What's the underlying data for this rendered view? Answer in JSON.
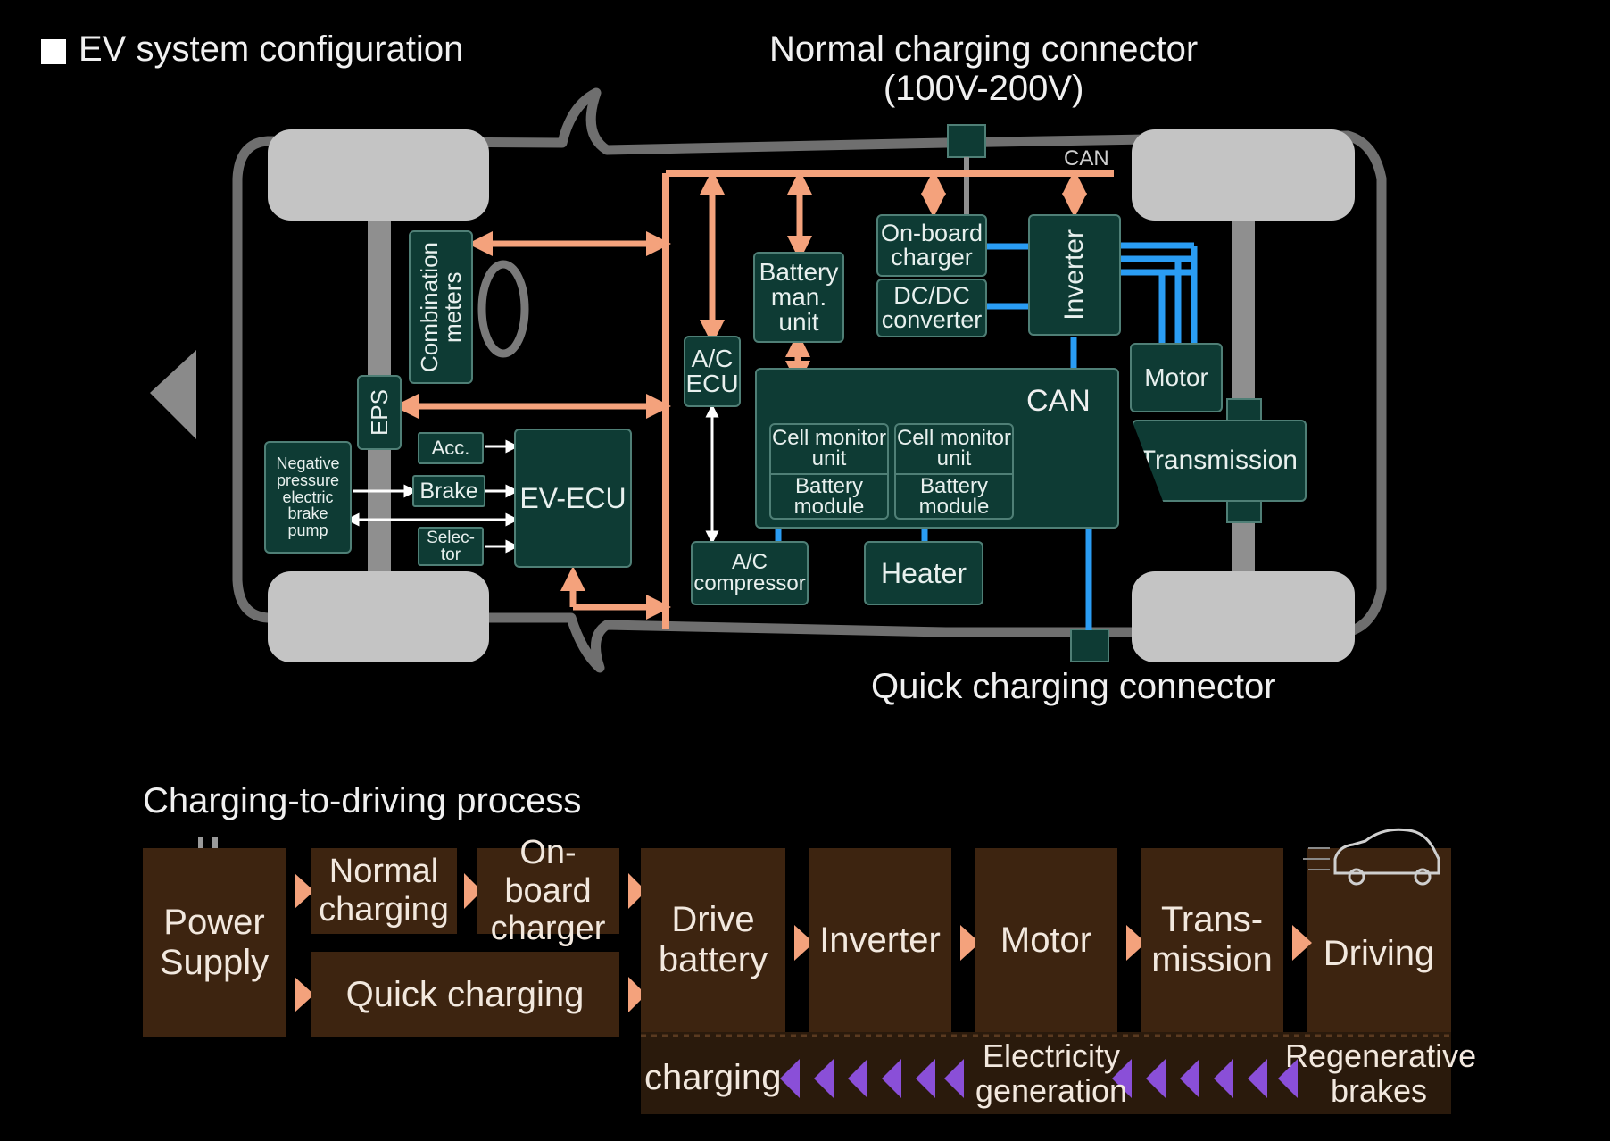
{
  "title": "EV system configuration",
  "normal_connector": {
    "line1": "Normal charging connector",
    "line2": "(100V-200V)"
  },
  "quick_connector": "Quick charging connector",
  "can_labels": {
    "top": "CAN",
    "battery": "CAN"
  },
  "components": {
    "combination_meters": {
      "line1": "Combination",
      "line2": "meters"
    },
    "eps": "EPS",
    "acc": "Acc.",
    "brake": "Brake",
    "selector": {
      "line1": "Selec-",
      "line2": "tor"
    },
    "ev_ecu": "EV-ECU",
    "brake_pump": [
      "Negative",
      "pressure",
      "electric",
      "brake",
      "pump"
    ],
    "ac_ecu": {
      "line1": "A/C",
      "line2": "ECU"
    },
    "ac_compressor": {
      "line1": "A/C",
      "line2": "compressor"
    },
    "battery_man_unit": {
      "line1": "Battery",
      "line2": "man.",
      "line3": "unit"
    },
    "onboard_charger": {
      "line1": "On-board",
      "line2": "charger"
    },
    "dcdc_converter": {
      "line1": "DC/DC",
      "line2": "converter"
    },
    "inverter": "Inverter",
    "cell_monitor_1": {
      "line1": "Cell monitor",
      "line2": "unit",
      "line3": "Battery",
      "line4": "module"
    },
    "cell_monitor_2": {
      "line1": "Cell monitor",
      "line2": "unit",
      "line3": "Battery",
      "line4": "module"
    },
    "heater": "Heater",
    "motor": "Motor",
    "transmission": "Transmission"
  },
  "process": {
    "title": "Charging-to-driving process",
    "power_supply": {
      "line1": "Power",
      "line2": "Supply"
    },
    "normal_charging": {
      "line1": "Normal",
      "line2": "charging"
    },
    "onboard_charger": {
      "line1": "On-board",
      "line2": "charger"
    },
    "quick_charging": "Quick charging",
    "drive_battery": {
      "line1": "Drive",
      "line2": "battery"
    },
    "inverter": "Inverter",
    "motor": "Motor",
    "transmission": {
      "line1": "Trans-",
      "line2": "mission"
    },
    "driving": "Driving",
    "charging": "charging",
    "electricity_generation": {
      "line1": "Electricity",
      "line2": "generation"
    },
    "regenerative_brakes": {
      "line1": "Regenerative",
      "line2": "brakes"
    }
  },
  "colors": {
    "background": "#000000",
    "module_fill": "#0e3b34",
    "module_border": "#4f7f76",
    "can_bus": "#f4a27c",
    "hv_line": "#2a9df4",
    "car_outline": "#6f6f6f",
    "wheel": "#c4c4c4",
    "process_block": "#3d2410",
    "forward_arrow": "#f4a27c",
    "regen_arrow": "#8a4fd8"
  },
  "icons": [
    "plug-icon",
    "car-icon",
    "front-direction-arrow-icon"
  ]
}
